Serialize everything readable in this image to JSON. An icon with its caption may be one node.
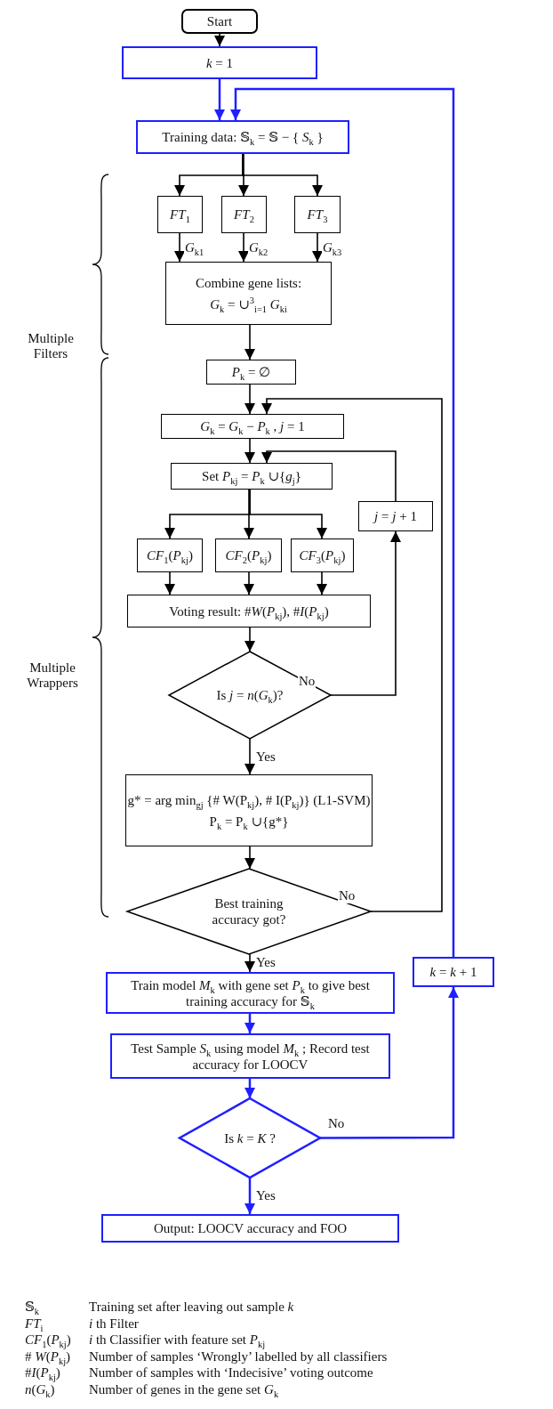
{
  "diagram": {
    "nodes": [
      {
        "text": [
          "Start"
        ]
      },
      {
        "text": [
          "*k* = 1"
        ]
      },
      {
        "text": [
          "Training data: 𝕊$_{k}$ = 𝕊 − { *S*$_{k}$ }"
        ]
      },
      {
        "text": [
          "*FT*$_{1}$"
        ]
      },
      {
        "text": [
          "*FT*$_{2}$"
        ]
      },
      {
        "text": [
          "*FT*$_{3}$"
        ]
      },
      {
        "text": [
          "Combine gene lists:",
          "*G*$_{k}$ = ∪$^{3}$$_{i=1}$ *G*$_{ki}$"
        ]
      },
      {
        "text": [
          "*P*$_{k}$ = ∅"
        ]
      },
      {
        "text": [
          "*G*$_{k}$ = *G*$_{k}$ − *P*$_{k}$ ,  *j* = 1"
        ]
      },
      {
        "text": [
          "Set *P*$_{kj}$ = *P*$_{k}$ ∪{*g*$_{j}$}"
        ]
      },
      {
        "text": [
          "*j* = *j* + 1"
        ]
      },
      {
        "text": [
          "*CF*$_{1}$(*P*$_{kj}$)"
        ]
      },
      {
        "text": [
          "*CF*$_{2}$(*P*$_{kj}$)"
        ]
      },
      {
        "text": [
          "*CF*$_{3}$(*P*$_{kj}$)"
        ]
      },
      {
        "text": [
          "Voting result: #*W*(*P*$_{kj}$), #*I*(*P*$_{kj}$)"
        ]
      },
      {
        "text": [
          "Is *j* = *n*(*G*$_{k}$)?"
        ]
      },
      {
        "text": [
          "g* = arg min$_{gj}$ {# W(P$_{kj}$), # I(P$_{kj}$)} (L1-SVM)",
          "P$_{k}$ = P$_{k}$ ∪{g*}"
        ]
      },
      {
        "text": [
          "Best training accuracy got?"
        ]
      },
      {
        "text": [
          "*k* = *k* + 1"
        ]
      },
      {
        "text": [
          "Train model *M*$_{k}$ with gene set *P*$_{k}$ to give best training accuracy for 𝕊$_{k}$"
        ]
      },
      {
        "text": [
          "Test Sample *S*$_{k}$ using model *M*$_{k}$ ; Record test accuracy for LOOCV"
        ]
      },
      {
        "text": [
          "Is *k* = *K* ?"
        ]
      },
      {
        "text": [
          "Output: LOOCV accuracy and FOO"
        ]
      }
    ],
    "edges": [
      {
        "from": 0,
        "to": 1,
        "arrow": "to"
      },
      {
        "from": 1,
        "to": 2,
        "arrow": "to",
        "color": "#1f1fff"
      },
      {
        "from": 2,
        "to": 3,
        "arrow": "to"
      },
      {
        "from": 2,
        "to": 4,
        "arrow": "to"
      },
      {
        "from": 2,
        "to": 5,
        "arrow": "to"
      },
      {
        "from": 3,
        "to": 6,
        "arrow": "to",
        "label": "*G*$_{k1}$"
      },
      {
        "from": 4,
        "to": 6,
        "arrow": "to",
        "label": "*G*$_{k2}$"
      },
      {
        "from": 5,
        "to": 6,
        "arrow": "to",
        "label": "*G*$_{k3}$"
      },
      {
        "from": 6,
        "to": 7,
        "arrow": "to"
      },
      {
        "from": 7,
        "to": 8,
        "arrow": "to"
      },
      {
        "from": 8,
        "to": 9,
        "arrow": "to"
      },
      {
        "from": 9,
        "to": 11,
        "arrow": "to"
      },
      {
        "from": 9,
        "to": 12,
        "arrow": "to"
      },
      {
        "from": 9,
        "to": 13,
        "arrow": "to"
      },
      {
        "from": 11,
        "to": 14,
        "arrow": "to"
      },
      {
        "from": 12,
        "to": 14,
        "arrow": "to"
      },
      {
        "from": 13,
        "to": 14,
        "arrow": "to"
      },
      {
        "from": 14,
        "to": 15,
        "arrow": "to"
      },
      {
        "from": 15,
        "to": 10,
        "arrow": "to",
        "label": "No"
      },
      {
        "from": 10,
        "to": 9,
        "arrow": "to"
      },
      {
        "from": 15,
        "to": 16,
        "arrow": "to",
        "label": "Yes"
      },
      {
        "from": 16,
        "to": 17,
        "arrow": "to"
      },
      {
        "from": 17,
        "to": 8,
        "arrow": "to",
        "label": "No"
      },
      {
        "from": 17,
        "to": 19,
        "arrow": "to",
        "label": "Yes"
      },
      {
        "from": 19,
        "to": 20,
        "arrow": "to",
        "color": "#1f1fff"
      },
      {
        "from": 20,
        "to": 21,
        "arrow": "to",
        "color": "#1f1fff"
      },
      {
        "from": 21,
        "to": 18,
        "arrow": "to",
        "label": "No",
        "color": "#1f1fff"
      },
      {
        "from": 21,
        "to": 22,
        "arrow": "to",
        "label": "Yes",
        "color": "#1f1fff"
      },
      {
        "from": 18,
        "to": 2,
        "arrow": "to",
        "color": "#1f1fff"
      }
    ],
    "labels": [
      "Multiple Filters",
      "Multiple Wrappers",
      "𝕊$_{k}$",
      "Training set after leaving out sample *k*",
      "*FT*$_{i}$",
      "*i* th Filter",
      "*CF*$_{1}$(*P*$_{kj}$)",
      "*i* th Classifier with feature set *P*$_{kj}$",
      "# *W*(*P*$_{kj}$)",
      "Number of samples ‘Wrongly’ labelled by all classifiers",
      "#*I*(*P*$_{kj}$)",
      "Number of samples with ‘Indecisive’ voting outcome",
      "*n*(*G*$_{k}$)",
      "Number of genes in the gene set *G*$_{k}$"
    ]
  }
}
